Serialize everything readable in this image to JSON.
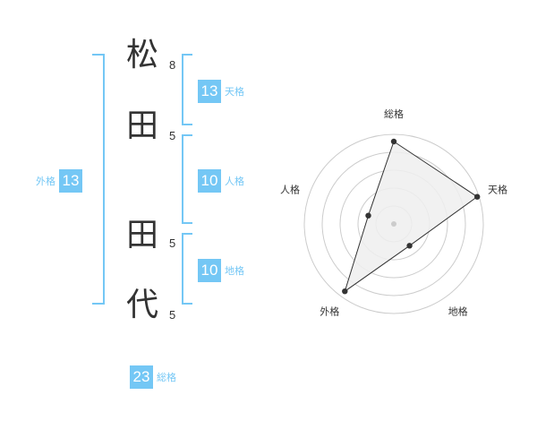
{
  "name": {
    "chars": [
      {
        "char": "松",
        "strokes": "8"
      },
      {
        "char": "田",
        "strokes": "5"
      },
      {
        "char": "田",
        "strokes": "5"
      },
      {
        "char": "代",
        "strokes": "5"
      }
    ]
  },
  "fortunes": {
    "tenkaku": {
      "value": "13",
      "label": "天格"
    },
    "jinkaku": {
      "value": "10",
      "label": "人格"
    },
    "chikaku": {
      "value": "10",
      "label": "地格"
    },
    "gaikaku": {
      "value": "13",
      "label": "外格"
    },
    "soukaku": {
      "value": "23",
      "label": "総格"
    }
  },
  "colors": {
    "accent": "#74c7f5",
    "text": "#333333",
    "grid": "#cccccc",
    "fill": "#efefef"
  },
  "chart_data": {
    "type": "radar",
    "axes": [
      "総格",
      "天格",
      "地格",
      "外格",
      "人格"
    ],
    "values": [
      0.92,
      0.98,
      0.3,
      0.93,
      0.3
    ],
    "rings": 5
  }
}
